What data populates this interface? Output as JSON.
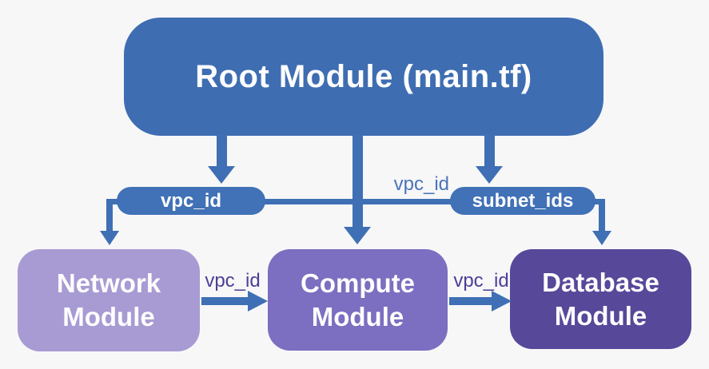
{
  "colors": {
    "background": "#f7f7f8",
    "root_blue": "#3e6db2",
    "pill_blue": "#4171b6",
    "arrow_blue": "#3f6fb4",
    "network_purple": "#a89bd3",
    "compute_purple": "#7c6ec0",
    "database_purple": "#57489a",
    "label_blue": "#4a74ba",
    "label_purple": "#4c3f97",
    "node_text": "#ffffff"
  },
  "root": {
    "label": "Root Module (main.tf)"
  },
  "pills": {
    "vpc": "vpc_id",
    "subnet": "subnet_ids"
  },
  "modules": {
    "network": {
      "line1": "Network",
      "line2": "Module"
    },
    "compute": {
      "line1": "Compute",
      "line2": "Module"
    },
    "database": {
      "line1": "Database",
      "line2": "Module"
    }
  },
  "edge_labels": {
    "root_to_subnet": "vpc_id",
    "network_to_compute": "vpc_id",
    "compute_to_database": "vpc_id"
  }
}
